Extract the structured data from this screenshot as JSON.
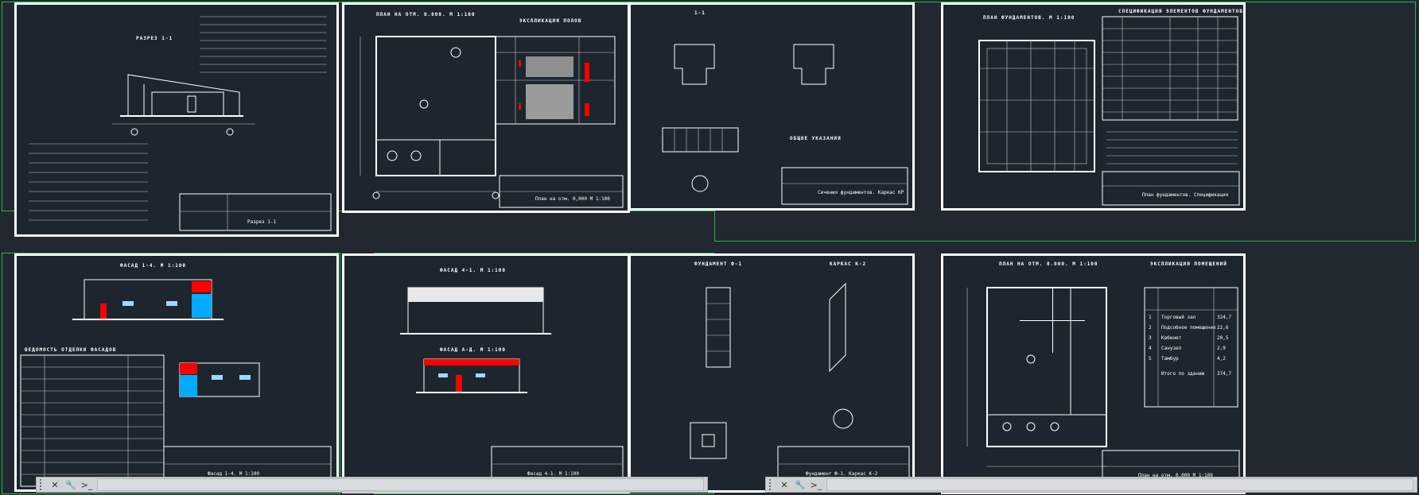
{
  "sheets": [
    {
      "title": "РАЗРЕЗ 1-1",
      "stamp": "Разрез 1-1"
    },
    {
      "title": "ПЛАН НА ОТМ. 0.000. М 1:100",
      "subtitle": "ЭКСПЛИКАЦИЯ ПОЛОВ",
      "stamp": "План на отм. 0,000 М 1:100"
    },
    {
      "title": "1-1",
      "subtitle": "ОБЩИЕ УКАЗАНИЯ",
      "stamp": "Сечения фундаментов. Каркас КР"
    },
    {
      "title": "ПЛАН ФУНДАМЕНТОВ. М 1:100",
      "subtitle": "СПЕЦИФИКАЦИЯ ЭЛЕМЕНТОВ ФУНДАМЕНТОВ",
      "stamp": "План фундаментов. Спецификация"
    },
    {
      "title": "ФАСАД 1-4. М 1:100",
      "subtitle": "ВЕДОМОСТЬ ОТДЕЛКИ ФАСАДОВ",
      "stamp": "Фасад 1-4. М 1:100"
    },
    {
      "title": "ФАСАД 4-1. М 1:100",
      "subtitle": "ФАСАД А-Д. М 1:100",
      "stamp": "Фасад 4-1. М 1:100"
    },
    {
      "title": "ФУНДАМЕНТ Ф-1",
      "subtitle": "КАРКАС К-2",
      "stamp": "Фундамент Ф-1. Каркас К-2"
    },
    {
      "title": "ПЛАН НА ОТМ. 0.000. М 1:100",
      "subtitle": "ЭКСПЛИКАЦИЯ ПОМЕЩЕНИЙ",
      "stamp": "План на отм. 0,000 М 1:100"
    }
  ],
  "rooms": [
    {
      "num": "1",
      "name": "Торговый зал",
      "area": "324,7"
    },
    {
      "num": "2",
      "name": "Подсобное помещение",
      "area": "22,6"
    },
    {
      "num": "3",
      "name": "Кабинет",
      "area": "20,5"
    },
    {
      "num": "4",
      "name": "Санузел",
      "area": "2,9"
    },
    {
      "num": "5",
      "name": "Тамбур",
      "area": "4,2"
    }
  ],
  "rooms_total": {
    "label": "Итого по зданию",
    "area": "374,7"
  },
  "toolbars": [
    {
      "command_placeholder": ""
    },
    {
      "command_placeholder": ""
    }
  ],
  "icons": [
    "close-icon",
    "wrench-icon",
    "command-line-icon"
  ],
  "colors": {
    "background": "#212830",
    "sheet": "#1d262e",
    "line": "#ffffff",
    "frame": "#2fb34a",
    "accent_red": "#ff0000",
    "accent_blue": "#00aaff"
  }
}
